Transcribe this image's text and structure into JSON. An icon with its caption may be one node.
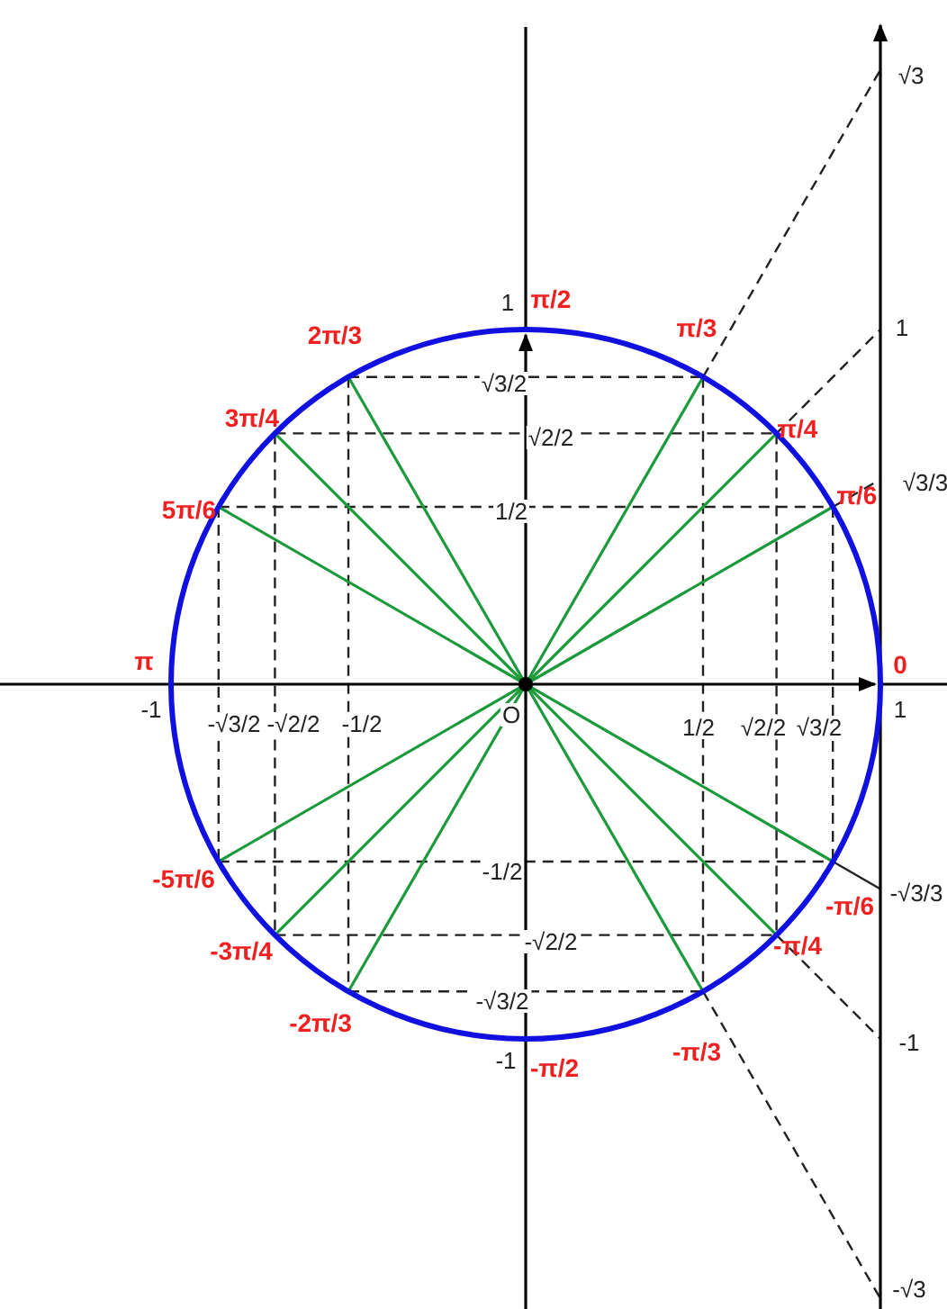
{
  "diagram": {
    "labels": [
      "√3",
      "1",
      "π/2",
      "2π/3",
      "π/3",
      "1",
      "3π/4",
      "√3/2",
      "π/4",
      "√2/2",
      "5π/6",
      "1/2",
      "π/6",
      "√3/3",
      "π",
      "0",
      "-1",
      "-√3/2",
      "-√2/2",
      "-1/2",
      "O",
      "1/2",
      "√2/2",
      "√3/2",
      "1",
      "-5π/6",
      "-1/2",
      "-π/6",
      "-√3/3",
      "-√2/2",
      "-3π/4",
      "-π/4",
      "-√3/2",
      "-2π/3",
      "-1",
      "-π/2",
      "-π/3",
      "-1",
      "-√3"
    ]
  }
}
